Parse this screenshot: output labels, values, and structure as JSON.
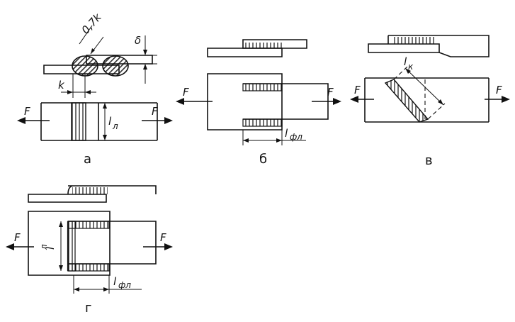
{
  "labels": {
    "a": "а",
    "b": "б",
    "v": "в",
    "g": "г"
  },
  "dims": {
    "leg_075k": "0,7k",
    "thickness": "δ",
    "k": "k",
    "force": "F",
    "l": "l",
    "l_sub_n": "л",
    "l_sub_k": "к",
    "l_sub_fl": "фл"
  }
}
